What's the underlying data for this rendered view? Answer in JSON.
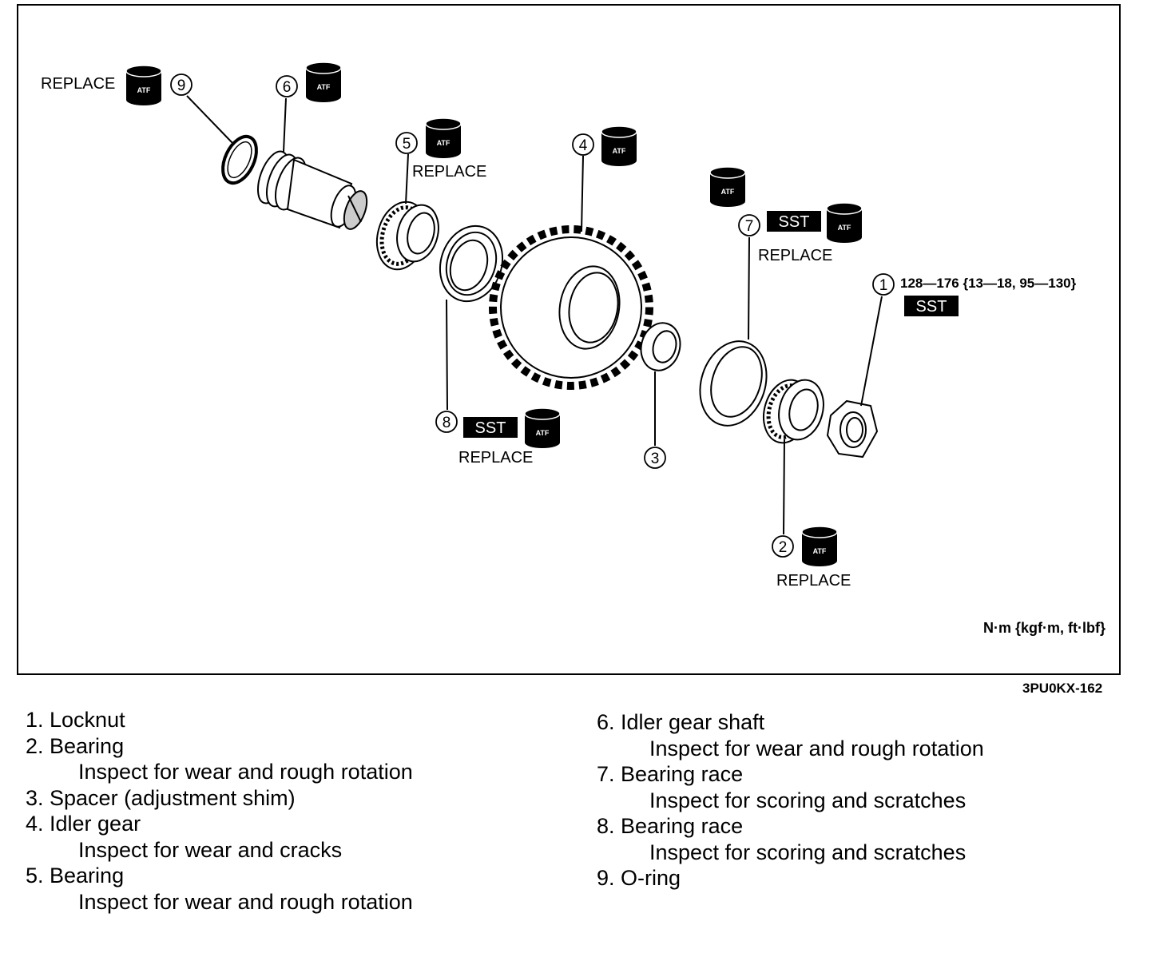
{
  "labels": {
    "atf": "ATF",
    "sst": "SST",
    "replace": "REPLACE",
    "torque": "128—176 {13—18, 95—130}",
    "units": "N·m {kgf·m, ft·lbf}",
    "figure_code": "3PU0KX-162"
  },
  "callouts": [
    "1",
    "2",
    "3",
    "4",
    "5",
    "6",
    "7",
    "8",
    "9"
  ],
  "legend": {
    "col1": [
      {
        "title": "1. Locknut",
        "note": ""
      },
      {
        "title": "2. Bearing",
        "note": "Inspect for wear and rough rotation"
      },
      {
        "title": "3. Spacer (adjustment shim)",
        "note": ""
      },
      {
        "title": "4. Idler gear",
        "note": "Inspect for wear and cracks"
      },
      {
        "title": "5. Bearing",
        "note": "Inspect for wear and rough rotation"
      }
    ],
    "col2": [
      {
        "title": "6. Idler gear shaft",
        "note": "Inspect for wear and rough rotation"
      },
      {
        "title": "7. Bearing race",
        "note": "Inspect for scoring and scratches"
      },
      {
        "title": "8. Bearing race",
        "note": "Inspect for scoring and scratches"
      },
      {
        "title": "9. O-ring",
        "note": ""
      }
    ]
  }
}
